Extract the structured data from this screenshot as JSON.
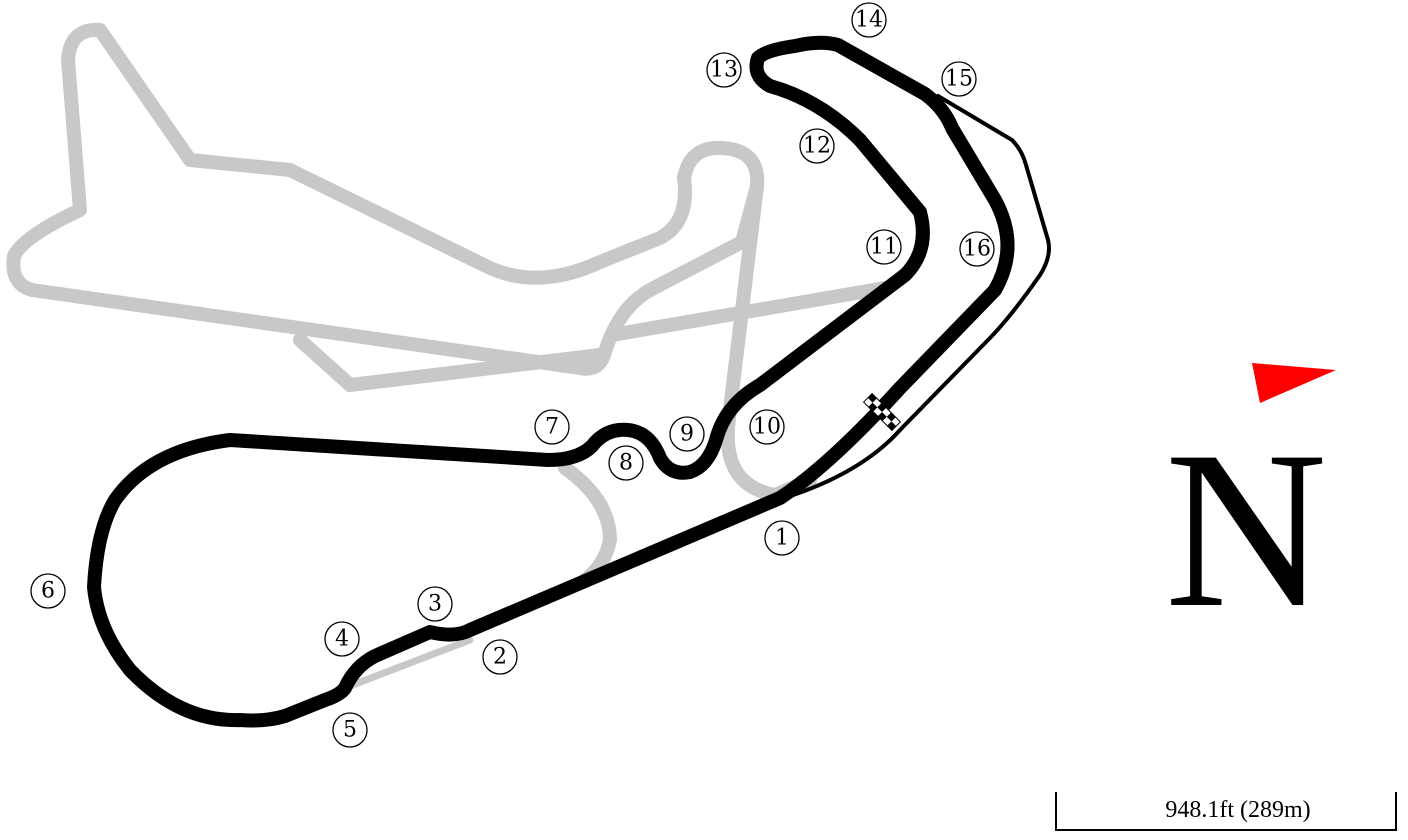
{
  "colors": {
    "background": "#ffffff",
    "active_track": "#000000",
    "unused_track": "#c8c8c8",
    "north_arrow": "#ff0000"
  },
  "turns": [
    {
      "label": "1"
    },
    {
      "label": "2"
    },
    {
      "label": "3"
    },
    {
      "label": "4"
    },
    {
      "label": "5"
    },
    {
      "label": "6"
    },
    {
      "label": "7"
    },
    {
      "label": "8"
    },
    {
      "label": "9"
    },
    {
      "label": "10"
    },
    {
      "label": "11"
    },
    {
      "label": "12"
    },
    {
      "label": "13"
    },
    {
      "label": "14"
    },
    {
      "label": "15"
    },
    {
      "label": "16"
    }
  ],
  "compass": {
    "letter": "N",
    "icon": "north-arrow-icon"
  },
  "scale_bar": {
    "label": "948.1ft (289m)"
  },
  "start_finish": {
    "icon": "checkered-flag-icon"
  }
}
